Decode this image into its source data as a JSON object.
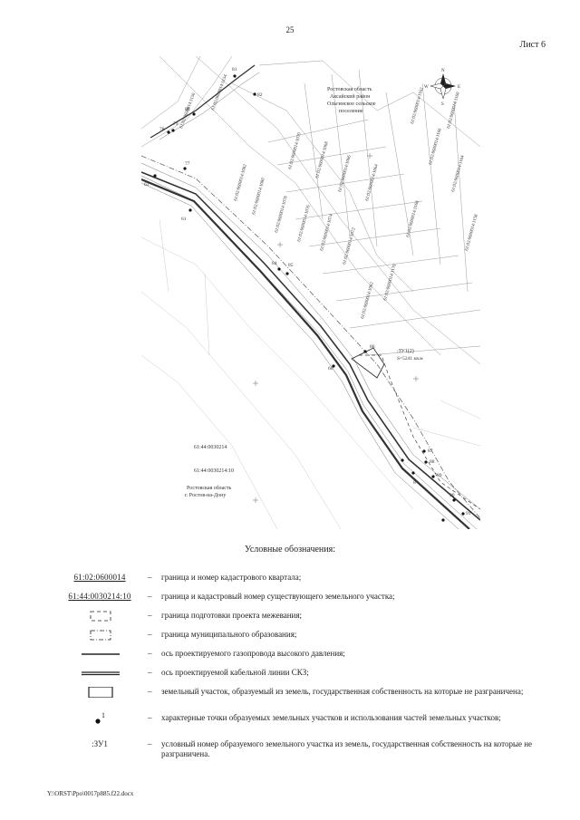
{
  "page": {
    "number": "25",
    "sheet": "Лист 6",
    "footer_path": "Y:\\ORST\\Ppo\\0017p885.f22.docx"
  },
  "map": {
    "region_top_lines": [
      "Ростовская область",
      "Аксайский район",
      "Ольгинское сельское",
      "поселение"
    ],
    "region_bottom_lines": [
      "Ростовская область",
      "г. Ростов-на-Дону"
    ],
    "plot_label": ":ЗУ1(2)",
    "plot_area": "S=5241 кв.м",
    "compass": {
      "n": "N",
      "s": "S",
      "w": "W",
      "e": "E"
    },
    "quarter_labels": [
      "61:44:0030214",
      "61:44:0030214:10"
    ],
    "parcel_labels": [
      "61:02:0600014:1082",
      "61:02:0600014:1080",
      "61:02:0600014:1078",
      "61:02:0600014:1076",
      "61:02:0600014:1074",
      "61:02:0600014:1072",
      "61:02:0600014:1070",
      "61:02:0600014:1068",
      "61:02:0600014:1066",
      "61:02:0600014:1064",
      "61:02:0600014:1062",
      "61:02:0600014:1170",
      "61:02:0600014:1168",
      "61:02:0600014:1166",
      "61:02:0600014:1164",
      "61:02:0600014:1162",
      "61:02:0600014:1160",
      "61:02:0600014:1158",
      "61:02:0600014:1156",
      "61:02:0600014:1154"
    ],
    "points": [
      "81",
      "82",
      "80",
      "79",
      "78",
      "77",
      "62",
      "61",
      "84",
      "85",
      "86",
      "60",
      "87",
      "88",
      "89",
      "90",
      "91",
      "8"
    ]
  },
  "legend": {
    "title": "Условные обозначения:",
    "dash": "–",
    "items": [
      {
        "symbol_text": "61:02:0600014",
        "desc": "граница и номер кадастрового квартала;"
      },
      {
        "symbol_text": "61:44:0030214:10",
        "desc": "граница и кадастровый номер существующего земельного участка;"
      },
      {
        "symbol_text": "",
        "desc": "граница подготовки проекта межевания;"
      },
      {
        "symbol_text": "",
        "desc": "граница муниципального образования;"
      },
      {
        "symbol_text": "",
        "desc": "ось проектируемого газопровода высокого давления;"
      },
      {
        "symbol_text": "",
        "desc": "ось проектируемой кабельной линии СКЗ;"
      },
      {
        "symbol_text": "",
        "desc": "земельный участок, образуемый из земель, государственная собственность на которые не разграничена;"
      },
      {
        "symbol_text": "1",
        "desc": "характерные точки образуемых земельных участков и использования частей земельных участков;"
      },
      {
        "symbol_text": ":ЗУ1",
        "desc": "условный номер образуемого земельного участка из земель, государственная собственность на которые не разграничена."
      }
    ]
  }
}
